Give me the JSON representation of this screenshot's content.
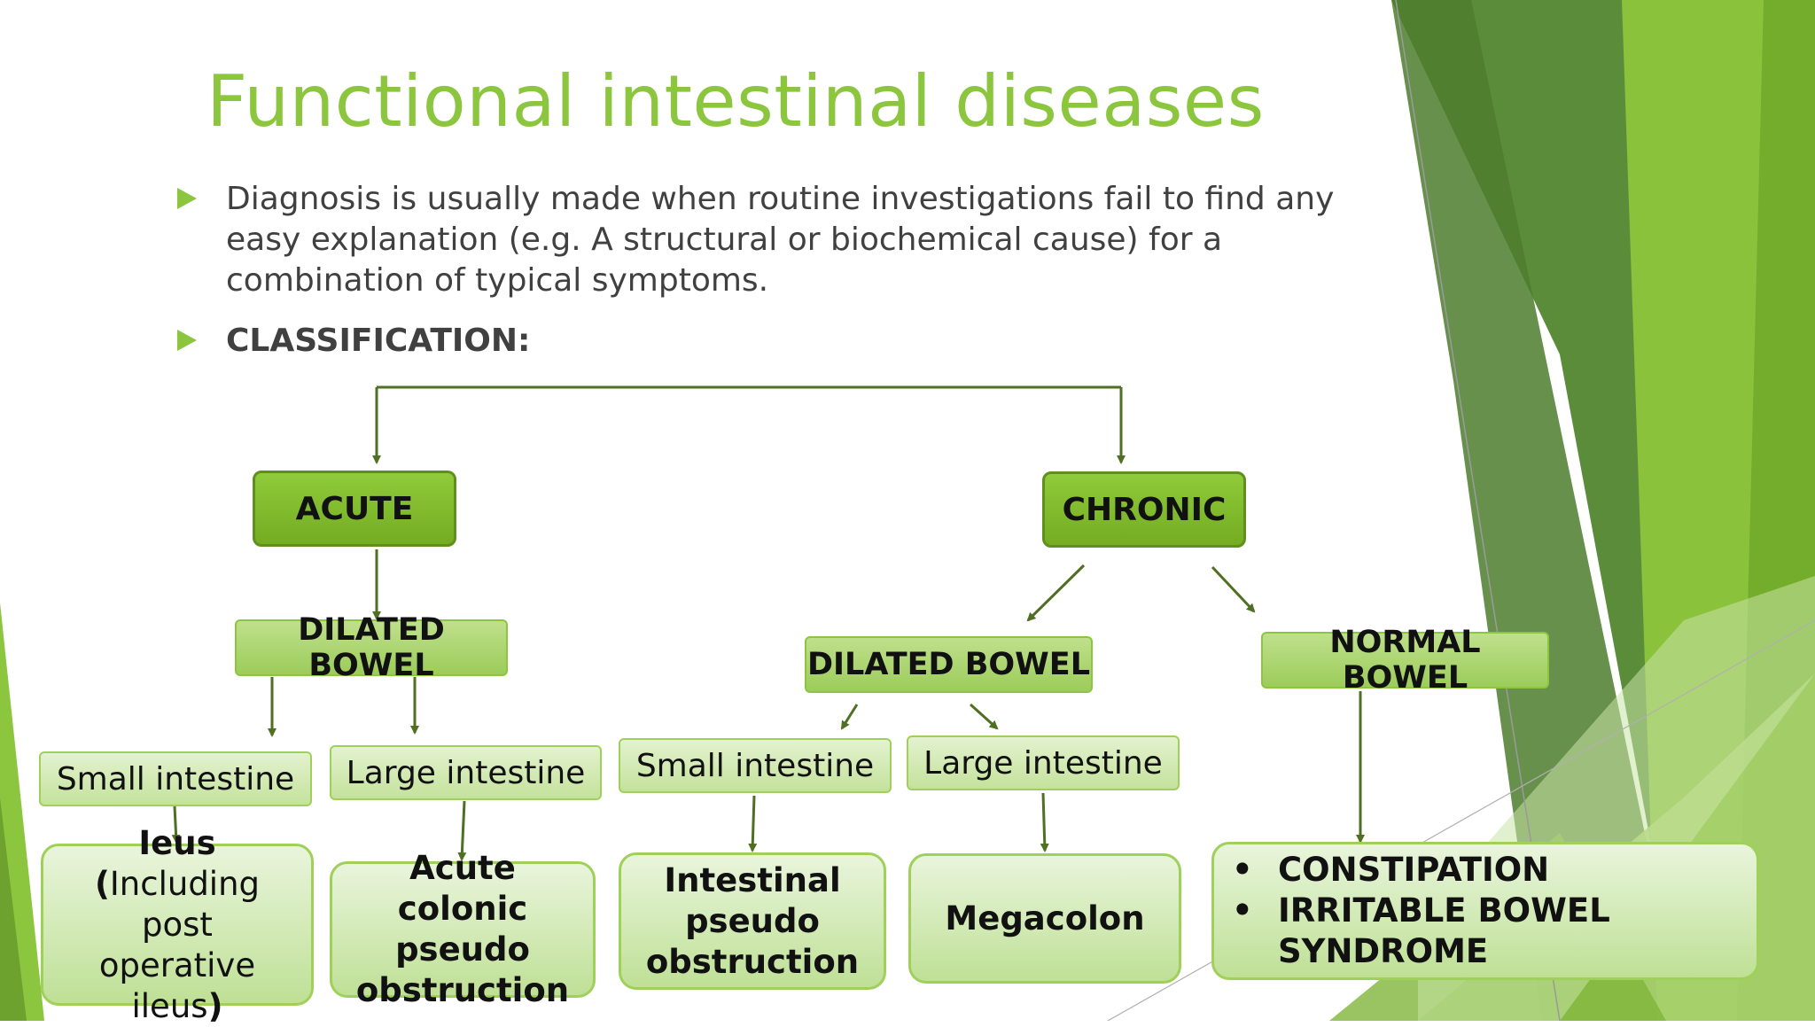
{
  "title": "Functional intestinal diseases",
  "bullets": [
    "Diagnosis is usually made when routine investigations fail to find any easy explanation (e.g. A structural or biochemical cause) for a combination of typical symptoms.",
    "CLASSIFICATION:"
  ],
  "diagram": {
    "acute": "ACUTE",
    "chronic": "CHRONIC",
    "acute_dilated": "DILATED BOWEL",
    "chronic_dilated": "DILATED BOWEL",
    "normal_bowel": "NORMAL BOWEL",
    "acute_small": "Small intestine",
    "acute_large": "Large intestine",
    "chronic_small": "Small intestine",
    "chronic_large": "Large intestine",
    "ileus_bold1": "Ieus (",
    "ileus_normal": "Including post operative ileus",
    "ileus_bold2": ")",
    "acute_colonic": "Acute colonic pseudo obstruction",
    "intestinal_pseudo": "Intestinal pseudo obstruction",
    "megacolon": "Megacolon",
    "normal_list": [
      "CONSTIPATION",
      "IRRITABLE BOWEL SYNDROME"
    ]
  },
  "colors": {
    "accent": "#8cc63f",
    "dark_green": "#5f8f1e",
    "connector": "#4f6f22",
    "text": "#404040"
  }
}
